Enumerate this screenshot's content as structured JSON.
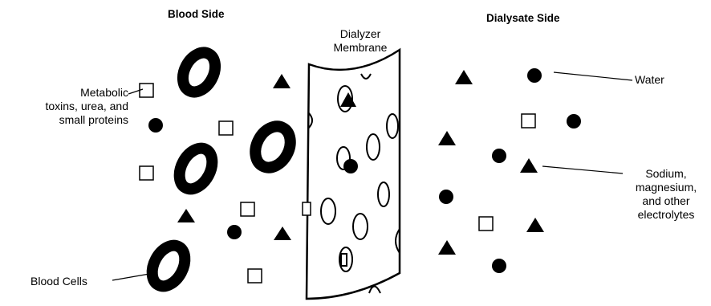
{
  "headings": {
    "blood_side": "Blood Side",
    "dialysate_side": "Dialysate Side"
  },
  "labels": {
    "membrane": [
      "Dialyzer",
      "Membrane"
    ],
    "metabolic": [
      "Metabolic",
      "toxins, urea, and",
      "small proteins"
    ],
    "blood_cells": "Blood Cells",
    "water": "Water",
    "electrolytes": [
      "Sodium,",
      "magnesium,",
      "and other",
      "electrolytes"
    ]
  }
}
